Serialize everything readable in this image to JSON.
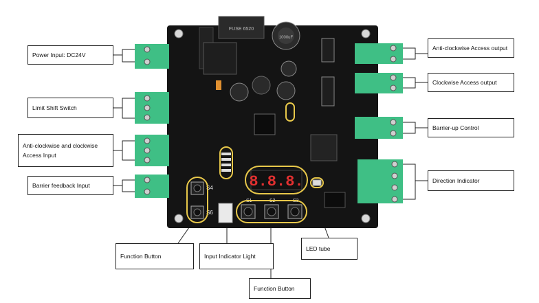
{
  "labels": {
    "power_input": "Power Input: DC24V",
    "limit_shift": "Limit Shift Switch",
    "access_input_line1": "Anti-clockwise  and  clockwise",
    "access_input_line2": "Access Input",
    "barrier_feedback": "Barrier feedback Input",
    "function_button_left": "Function Button",
    "input_indicator": "Input Indicator Light",
    "function_button_bottom": "Function Button",
    "led_tube": "LED tube",
    "anticlockwise_output": "Anti-clockwise Access output",
    "clockwise_output": "Clockwise  Access  output",
    "barrier_up": "Barrier-up Control",
    "direction_indicator": "Direction Indicator"
  },
  "board": {
    "capacitor_text": "1000uF",
    "chip_text": "FUSE 6520",
    "silk_s4": "S4",
    "silk_s6": "S6",
    "silk_s1": "S1",
    "silk_s2": "S2",
    "silk_s3": "S3",
    "display_digits": "8.8.8."
  },
  "colors": {
    "pcb": "#141414",
    "terminal": "#3fbf85",
    "highlight": "#e8c84a",
    "led_red": "#e23030"
  }
}
